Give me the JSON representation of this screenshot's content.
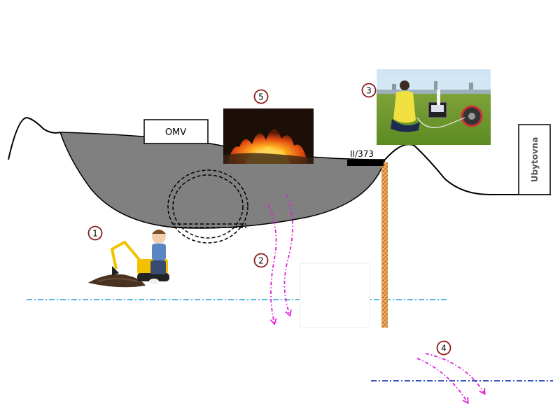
{
  "labels": {
    "omv": "OMV",
    "well": "II/373",
    "building": "Ubytovna"
  },
  "markers": [
    "1",
    "2",
    "3",
    "4",
    "5"
  ],
  "colors": {
    "landfill_fill": "#808080",
    "marker_ring": "#8b1a1a",
    "water_table_upper": "#3fa9e0",
    "water_table_lower": "#1f3fb0",
    "seepage_arrows": "#e020d8",
    "well_pipe": "#e08a2a"
  },
  "icons": {
    "excavator_photo": "child-excavator-icon",
    "fire_photo": "burning-fire-icon",
    "sampling_photo": "field-sampling-icon"
  }
}
